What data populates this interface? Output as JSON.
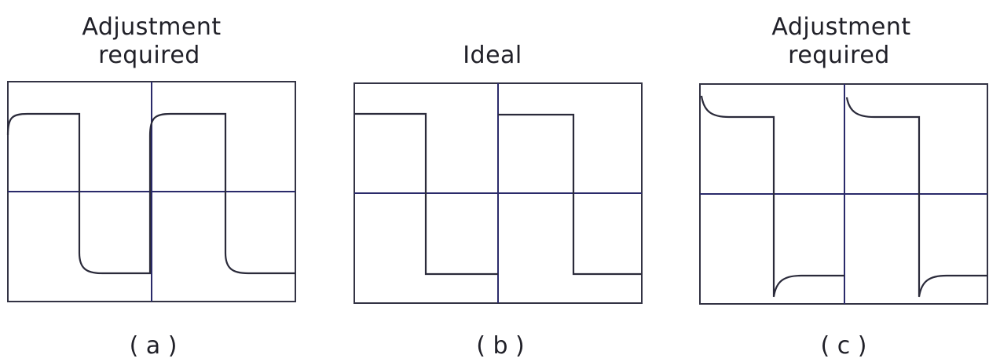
{
  "panels": [
    {
      "id": "a",
      "title_lines": [
        "Adjustment",
        "required"
      ],
      "caption": "( a )",
      "waveform": "undercompensated",
      "wave_color": "#2a2a3a"
    },
    {
      "id": "b",
      "title_lines": [
        "Ideal"
      ],
      "caption": "( b )",
      "waveform": "ideal",
      "wave_color": "#2a2a3a"
    },
    {
      "id": "c",
      "title_lines": [
        "Adjustment",
        "required"
      ],
      "caption": "( c )",
      "waveform": "overcompensated",
      "wave_color": "#2a2a3a"
    }
  ],
  "colors": {
    "frame": "#333344",
    "axis": "#2a2a6a",
    "text": "#202028",
    "background": "#ffffff"
  }
}
